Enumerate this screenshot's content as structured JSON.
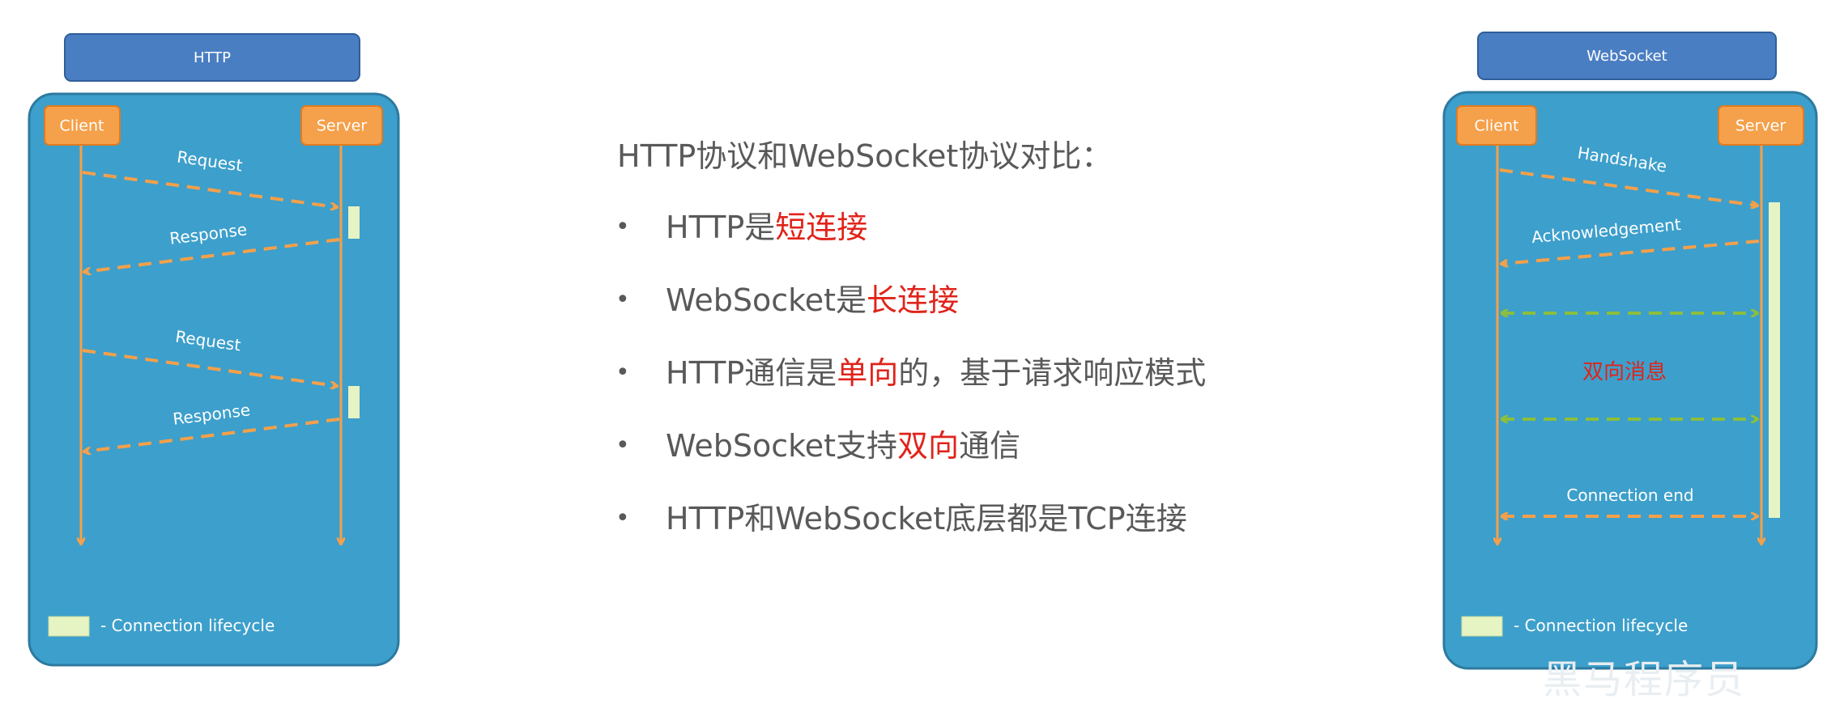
{
  "http_diagram": {
    "title": "HTTP",
    "client_label": "Client",
    "server_label": "Server",
    "messages": [
      "Request",
      "Response",
      "Request",
      "Response"
    ],
    "legend_text": "- Connection lifecycle"
  },
  "websocket_diagram": {
    "title": "WebSocket",
    "client_label": "Client",
    "server_label": "Server",
    "messages": [
      "Handshake",
      "Acknowledgement",
      "Connection end"
    ],
    "middle_label": "双向消息",
    "legend_text": "- Connection lifecycle"
  },
  "comparison": {
    "heading": "HTTP协议和WebSocket协议对比：",
    "bullets": [
      {
        "pre": "HTTP是",
        "highlight": "短连接",
        "post": ""
      },
      {
        "pre": "WebSocket是",
        "highlight": "长连接",
        "post": ""
      },
      {
        "pre": "HTTP通信是",
        "highlight": "单向",
        "post": "的，基于请求响应模式"
      },
      {
        "pre": "WebSocket支持",
        "highlight": "双向",
        "post": "通信"
      },
      {
        "pre": "HTTP和WebSocket底层都是TCP连接",
        "highlight": "",
        "post": ""
      }
    ]
  },
  "watermark": "黑马程序员",
  "colors": {
    "panel_blue": "#3d9fcb",
    "header_blue": "#4a7ec2",
    "orange": "#f5a04a",
    "green_arrow": "#8bbf3c",
    "lifecycle_bar": "#e6f3c2",
    "highlight_red": "#e0241b",
    "text_gray": "#595959"
  }
}
